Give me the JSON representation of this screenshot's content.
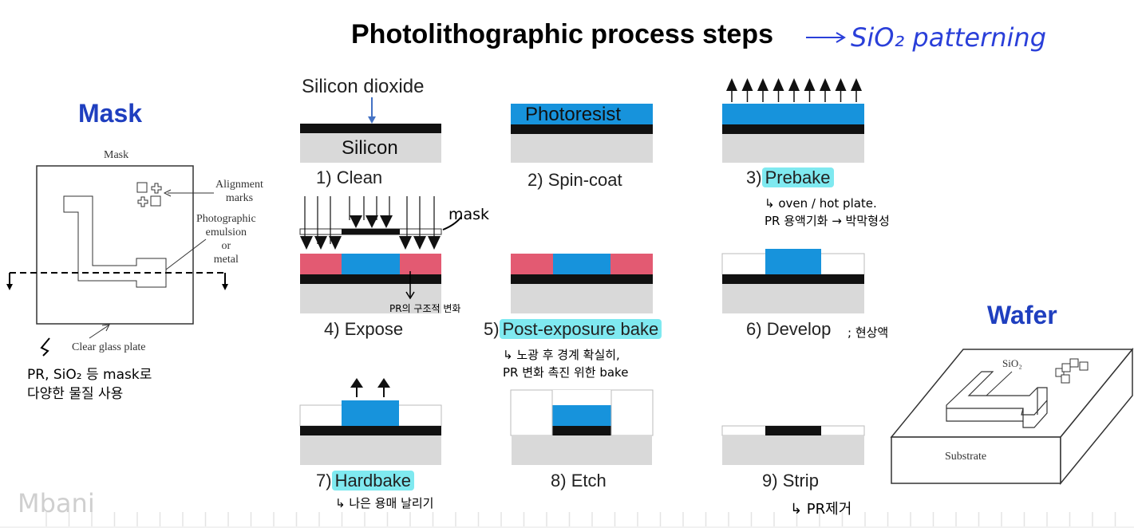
{
  "title": "Photolithographic process steps",
  "title_annotation": "SiO₂ patterning",
  "mask_section": {
    "heading": "Mask",
    "figure_title": "Mask",
    "alignment_marks": "Alignment\nmarks",
    "emulsion": "Photographic\nemulsion\nor\nmetal",
    "glass": "Clear glass plate",
    "note": "PR, SiO₂ 등 mask로\n다양한 물질 사용"
  },
  "wafer_section": {
    "heading": "Wafer",
    "sio2": "SiO₂",
    "substrate": "Substrate"
  },
  "labels": {
    "silicon_dioxide": "Silicon dioxide",
    "silicon": "Silicon",
    "photoresist": "Photoresist",
    "mask_note": "mask",
    "pr_change": "PR의 구조적 변화"
  },
  "steps": [
    {
      "num": "1)",
      "name": "Clean"
    },
    {
      "num": "2)",
      "name": "Spin-coat"
    },
    {
      "num": "3)",
      "name": "Prebake",
      "highlight": true,
      "note": "↳ oven / hot plate.\nPR 용액기화 → 박막형성"
    },
    {
      "num": "4)",
      "name": "Expose"
    },
    {
      "num": "5)",
      "name": "Post-exposure bake",
      "highlight": true,
      "note": "↳ 노광 후 경계 확실히,\nPR 변화 촉진 위한 bake"
    },
    {
      "num": "6)",
      "name": "Develop",
      "note": "; 현상액"
    },
    {
      "num": "7)",
      "name": "Hardbake",
      "highlight": true,
      "note": "↳ 나은 용매 날리기"
    },
    {
      "num": "8)",
      "name": "Etch"
    },
    {
      "num": "9)",
      "name": "Strip",
      "note": "↳ PR제거"
    }
  ],
  "watermark": "Mbani",
  "colors": {
    "photoresist": "#1793dc",
    "exposed_pr": "#e35a72",
    "oxide": "#111111",
    "silicon": "#d9d9d9",
    "highlight": "#7fe9f0",
    "heading_blue": "#1f3fbf",
    "annotation_blue": "#2a3fd9"
  }
}
